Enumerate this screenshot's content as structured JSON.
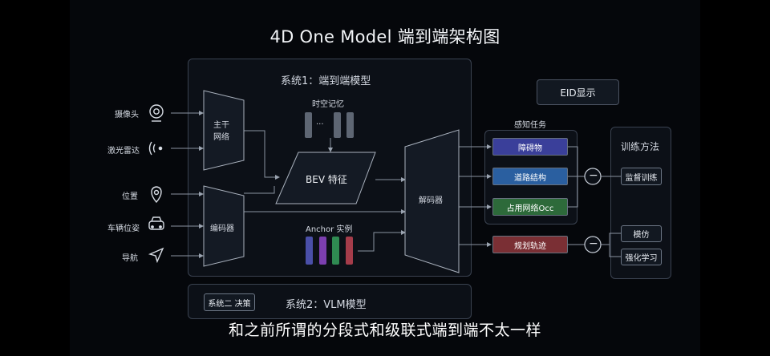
{
  "title": "4D One Model 端到端架构图",
  "subtitle": "和之前所谓的分段式和级联式端到端不太一样",
  "system1": {
    "label": "系统1：端到端模型"
  },
  "system2": {
    "label": "系统2：VLM模型",
    "decision": "系统二 决策"
  },
  "inputs": [
    {
      "label": "摄像头",
      "icon": "camera-icon"
    },
    {
      "label": "激光雷达",
      "icon": "lidar-icon"
    },
    {
      "label": "位置",
      "icon": "location-pin-icon"
    },
    {
      "label": "车辆位姿",
      "icon": "car-icon"
    },
    {
      "label": "导航",
      "icon": "navigation-arrow-icon"
    }
  ],
  "backbone": "主干\n网络",
  "encoder": "编码器",
  "memory": {
    "label": "时空记忆",
    "ellipsis": "···"
  },
  "bev": "BEV 特征",
  "anchor": {
    "label": "Anchor 实例",
    "colors": [
      "#4a4fa8",
      "#7c3fb0",
      "#2f8a52",
      "#a53c4a"
    ]
  },
  "decoder": "解码器",
  "eid": "EID显示",
  "perception": {
    "label": "感知任务",
    "tasks": [
      {
        "label": "障碍物",
        "color": "#3a3f9a"
      },
      {
        "label": "道路结构",
        "color": "#2a5fa0"
      },
      {
        "label": "占用网络Occ",
        "color": "#2d6a3a"
      }
    ]
  },
  "planning": {
    "label": "规划轨迹",
    "color": "#7a2f34"
  },
  "training": {
    "label": "训练方法",
    "supervised": "监督训练",
    "imitation": "模仿",
    "rl": "强化学习"
  },
  "merge_symbol": "−"
}
